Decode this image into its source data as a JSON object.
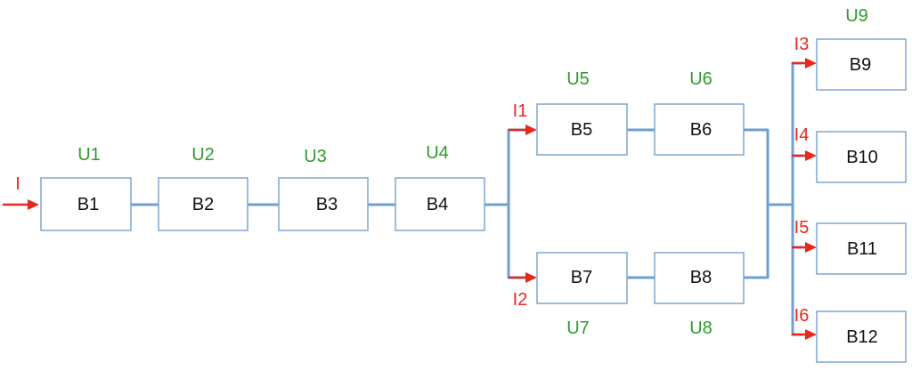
{
  "blocks": [
    "B1",
    "B2",
    "B3",
    "B4",
    "B5",
    "B6",
    "B7",
    "B8",
    "B9",
    "B10",
    "B11",
    "B12"
  ],
  "u_labels": [
    "U1",
    "U2",
    "U3",
    "U4",
    "U5",
    "U6",
    "U7",
    "U8",
    "U9"
  ],
  "i_labels": [
    "I",
    "I1",
    "I2",
    "I3",
    "I4",
    "I5",
    "I6"
  ],
  "colors": {
    "block_border": "#7ea6cf",
    "connector": "#6f9fd0",
    "input_arrow": "#e8281d",
    "u_label": "#2e9a2e",
    "block_text": "#111111"
  }
}
